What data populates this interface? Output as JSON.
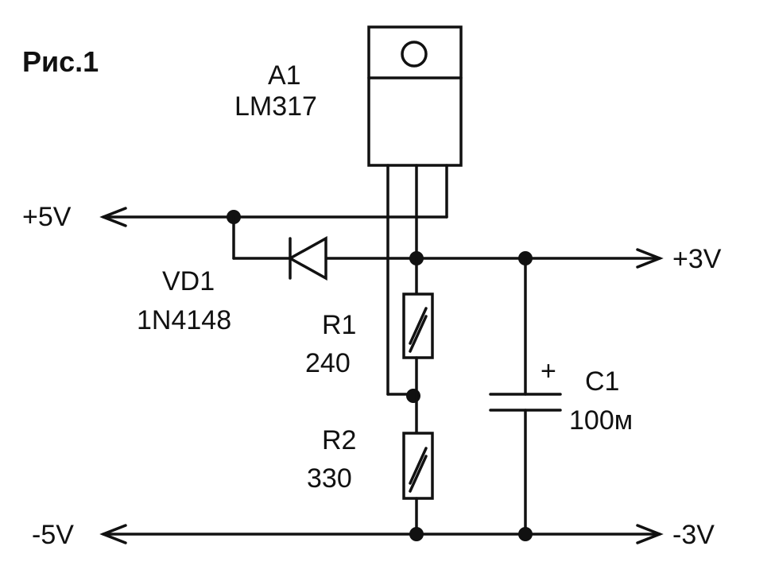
{
  "figure_label": "Рис.1",
  "components": {
    "regulator": {
      "ref": "A1",
      "part": "LM317"
    },
    "diode": {
      "ref": "VD1",
      "part": "1N4148"
    },
    "r1": {
      "ref": "R1",
      "value": "240"
    },
    "r2": {
      "ref": "R2",
      "value": "330"
    },
    "capacitor": {
      "ref": "C1",
      "value": "100м",
      "polarity": "+"
    }
  },
  "nets": {
    "in_pos": "+5V",
    "out_pos": "+3V",
    "in_neg": "-5V",
    "out_neg": "-3V"
  },
  "colors": {
    "ink": "#111111",
    "background": "#ffffff"
  }
}
